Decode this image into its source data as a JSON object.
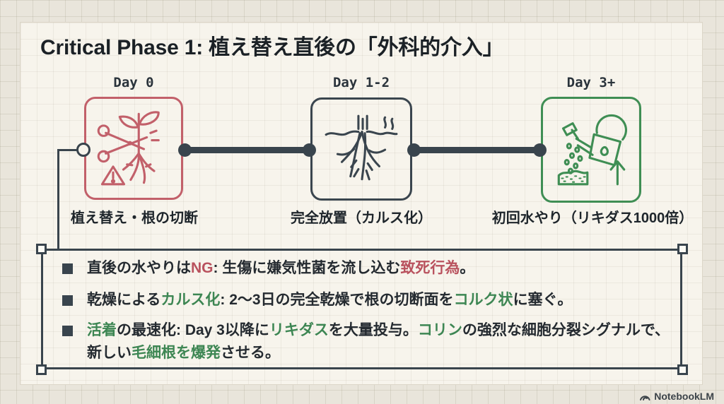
{
  "colors": {
    "page_background": "#e9e5db",
    "card_background": "#f7f4ec",
    "charcoal": "#39444d",
    "red_accent": "#c2606a",
    "red_text": "#b9525e",
    "green_accent": "#3f8e54",
    "green_text": "#3d8653",
    "text_dark": "#242a30"
  },
  "title": "Critical Phase 1: 植え替え直後の「外科的介入」",
  "timeline": {
    "stages": [
      {
        "day": "Day 0",
        "caption": "植え替え・根の切断",
        "icon": "scissors-root-cut-icon",
        "accent": "#c2606a"
      },
      {
        "day": "Day 1-2",
        "caption": "完全放置（カルス化）",
        "icon": "drying-roots-icon",
        "accent": "#3a454e"
      },
      {
        "day": "Day 3+",
        "caption": "初回水やり（リキダス1000倍）",
        "icon": "watering-can-icon",
        "accent": "#3f8e54"
      }
    ]
  },
  "notes": {
    "bullets": [
      {
        "segments": [
          {
            "text": "直後の水やりは",
            "color": "dark"
          },
          {
            "text": "NG",
            "color": "red"
          },
          {
            "text": ": 生傷に嫌気性菌を流し込む",
            "color": "dark"
          },
          {
            "text": "致死行為",
            "color": "red"
          },
          {
            "text": "。",
            "color": "dark"
          }
        ]
      },
      {
        "segments": [
          {
            "text": "乾燥による",
            "color": "dark"
          },
          {
            "text": "カルス化",
            "color": "green"
          },
          {
            "text": ": 2〜3日の完全乾燥で根の切断面を",
            "color": "dark"
          },
          {
            "text": "コルク状",
            "color": "green"
          },
          {
            "text": "に塞ぐ。",
            "color": "dark"
          }
        ]
      },
      {
        "segments": [
          {
            "text": "活着",
            "color": "green"
          },
          {
            "text": "の最速化: Day 3以降に",
            "color": "dark"
          },
          {
            "text": "リキダス",
            "color": "green"
          },
          {
            "text": "を大量投与。",
            "color": "dark"
          },
          {
            "text": "コリン",
            "color": "green"
          },
          {
            "text": "の強烈な細胞分裂シグナルで、新しい",
            "color": "dark"
          },
          {
            "text": "毛細根を爆発",
            "color": "green"
          },
          {
            "text": "させる。",
            "color": "dark"
          }
        ]
      }
    ]
  },
  "footer": {
    "brand": "NotebookLM"
  }
}
